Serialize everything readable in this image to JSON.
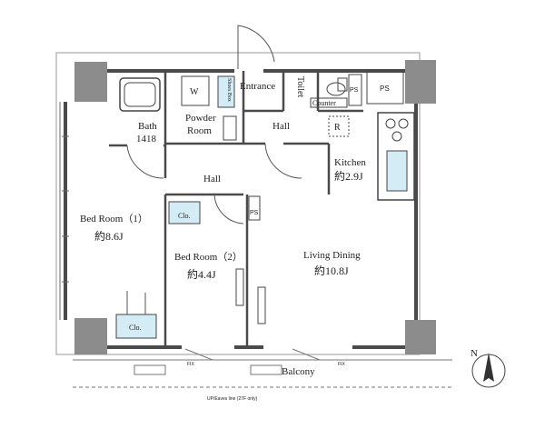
{
  "rooms": {
    "bedroom1_name": "Bed Room（1）",
    "bedroom1_size": "約8.6J",
    "bedroom2_name": "Bed Room（2）",
    "bedroom2_size": "約4.4J",
    "living_name": "Living Dining",
    "living_size": "約10.8J",
    "kitchen_name": "Kitchen",
    "kitchen_size": "約2.9J",
    "bath_name": "Bath",
    "bath_size": "1418",
    "powder_line1": "Powder",
    "powder_line2": "Room",
    "entrance": "Entrance",
    "toilet": "Toilet",
    "counter": "Counter",
    "hall_upper": "Hall",
    "hall_center": "Hall",
    "balcony": "Balcony"
  },
  "fixtures": {
    "washer": "W",
    "shower_room": "Shoes Box",
    "closet_a": "Clo.",
    "closet_b": "Clo.",
    "pipe_space_a": "PS",
    "pipe_space_b": "PS",
    "pipe_space_c": "PS",
    "refrigerator": "R",
    "fix_left": "FIX",
    "fix_right": "FIX",
    "eaves_note": "UP/Eaves line (27F only)"
  },
  "compass": {
    "north_label": "N"
  },
  "colors": {
    "wall": "#4a4a4a",
    "column": "#8c8c8c",
    "storage_fill": "#d4ecf6",
    "line": "#333333"
  }
}
